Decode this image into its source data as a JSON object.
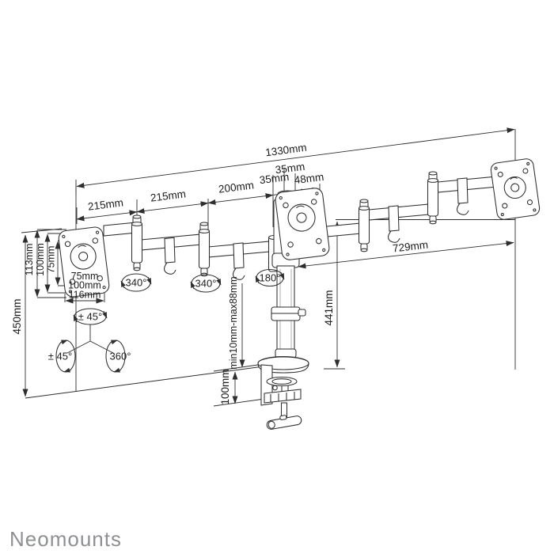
{
  "logo": {
    "text": "Neomounts",
    "color": "#8e9093"
  },
  "diagram": {
    "line_color": "#2e2e2e",
    "dimensions": {
      "total_width": "1330mm",
      "arm_segment_1": "215mm",
      "arm_segment_2": "215mm",
      "arm_segment_3": "200mm",
      "plate_offset_top": "35mm",
      "plate_offset_left": "35mm",
      "plate_offset_right": "48mm",
      "right_arm_reach": "729mm",
      "pole_height": "441mm",
      "overall_height": "450mm",
      "vesa_plate_height": "113mm",
      "vesa_vertical_100": "100mm",
      "vesa_vertical_75": "75mm",
      "vesa_horizontal_75": "75mm",
      "vesa_horizontal_100": "100mm",
      "vesa_plate_width": "116mm",
      "clamp_height": "100mm",
      "desk_thickness_range": "min10mm-max88mm"
    },
    "rotations": {
      "tilt": "± 45°",
      "swivel": "± 45°",
      "screen_rotation": "360°",
      "elbow_left_1": "340°",
      "elbow_left_2": "340°",
      "pole_rotation": "180°"
    }
  }
}
